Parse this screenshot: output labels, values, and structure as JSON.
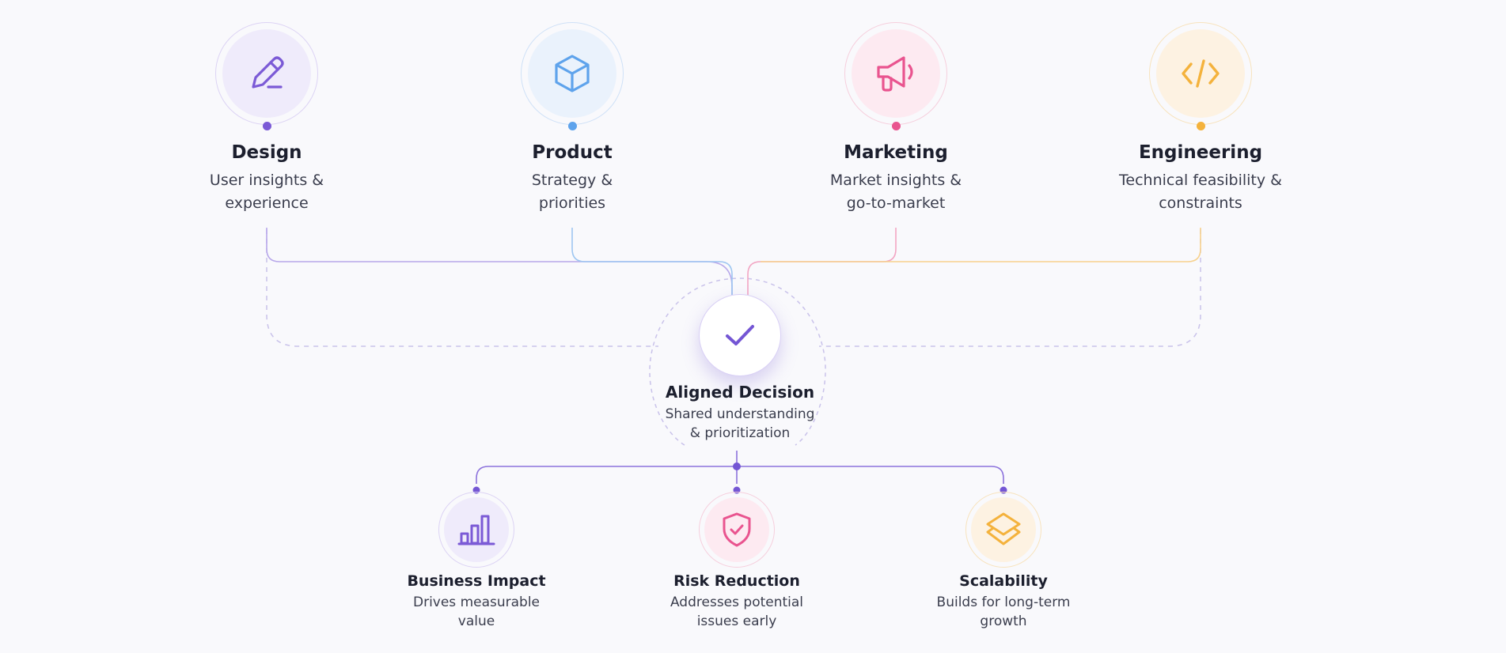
{
  "top_nodes": [
    {
      "title": "Design",
      "desc_line1": "User insights &",
      "desc_line2": "experience",
      "icon": "pencil-icon",
      "color": "#7b5ad6",
      "ring": "#dcd3f4",
      "fill": "#efebfb"
    },
    {
      "title": "Product",
      "desc_line1": "Strategy &",
      "desc_line2": "priorities",
      "icon": "cube-icon",
      "color": "#5ea3ec",
      "ring": "#cfe1f7",
      "fill": "#eaf2fc"
    },
    {
      "title": "Marketing",
      "desc_line1": "Market insights &",
      "desc_line2": "go-to-market",
      "icon": "megaphone-icon",
      "color": "#e9548f",
      "ring": "#f6cfdd",
      "fill": "#fdeaf1"
    },
    {
      "title": "Engineering",
      "desc_line1": "Technical feasibility &",
      "desc_line2": "constraints",
      "icon": "code-icon",
      "color": "#f4b23c",
      "ring": "#f8e3bd",
      "fill": "#fdf2e2"
    }
  ],
  "center": {
    "title": "Aligned Decision",
    "desc_line1": "Shared understanding",
    "desc_line2": "& prioritization",
    "icon": "check-icon",
    "color": "#7456d4"
  },
  "bottom_nodes": [
    {
      "title": "Business Impact",
      "desc_line1": "Drives measurable",
      "desc_line2": "value",
      "icon": "bar-chart-icon",
      "color": "#7b5ad6",
      "ring": "#dcd3f4",
      "fill": "#efebfb"
    },
    {
      "title": "Risk Reduction",
      "desc_line1": "Addresses potential",
      "desc_line2": "issues early",
      "icon": "shield-check-icon",
      "color": "#e9548f",
      "ring": "#f6cfdd",
      "fill": "#fdeaf1"
    },
    {
      "title": "Scalability",
      "desc_line1": "Builds for long-term",
      "desc_line2": "growth",
      "icon": "layers-icon",
      "color": "#f4b23c",
      "ring": "#f8e3bd",
      "fill": "#fdf2e2"
    }
  ],
  "colors": {
    "background": "#f9f9fc",
    "dashed_line": "#c9c2ea",
    "bottom_connector": "#7b5ad6"
  }
}
